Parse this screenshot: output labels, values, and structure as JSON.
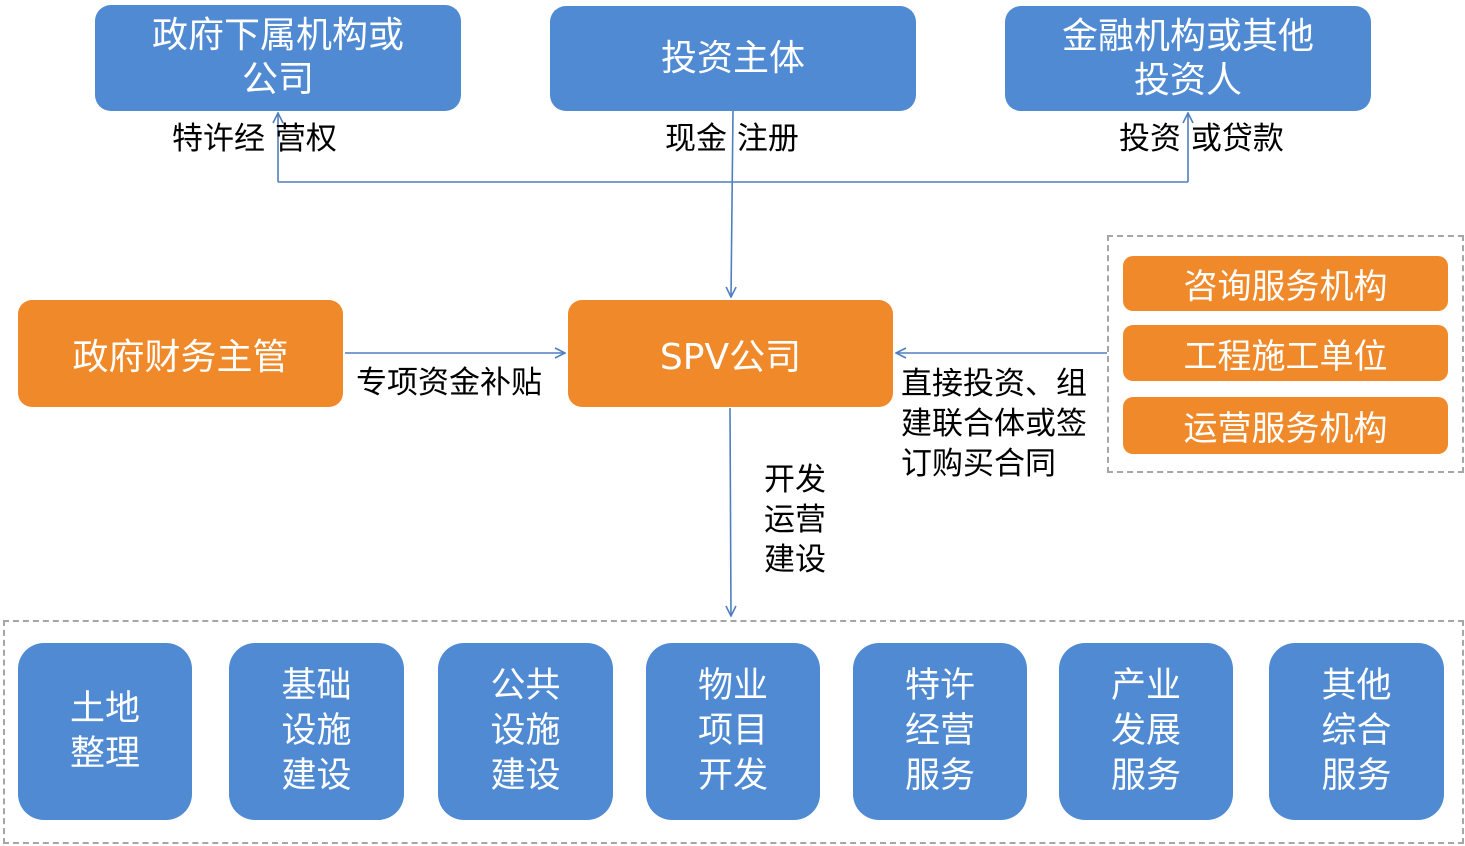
{
  "top_boxes": {
    "gov_subsidiary": "政府下属机构或\n公司",
    "investor": "投资主体",
    "financial": "金融机构或其他\n投资人"
  },
  "edge_labels": {
    "franchise": "特许经 营权",
    "cash_register": "现金 注册",
    "invest_loan": "投资 或贷款",
    "subsidy": "专项资金补贴",
    "contract": "直接投资、组\n建联合体或签\n订购买合同",
    "develop": "开发\n运营\n建设"
  },
  "gov_finance": "政府财务主管",
  "spv": "SPV公司",
  "service_boxes": [
    "咨询服务机构",
    "工程施工单位",
    "运营服务机构"
  ],
  "projects": [
    "土地\n整理",
    "基础\n设施\n建设",
    "公共\n设施\n建设",
    "物业\n项目\n开发",
    "特许\n经营\n服务",
    "产业\n发展\n服务",
    "其他\n综合\n服务"
  ],
  "colors": {
    "blue": "#4f8ad3",
    "orange": "#f0892a",
    "line": "#4f7fbf",
    "dash": "#a6a6a6"
  }
}
